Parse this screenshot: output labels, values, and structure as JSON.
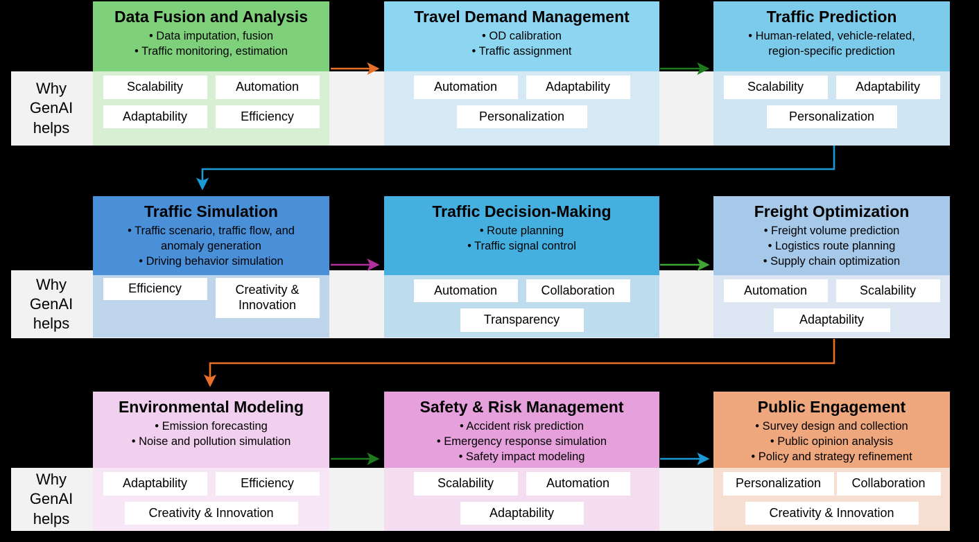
{
  "band_label": "Why\nGenAI\nhelps",
  "band_label_lines": [
    "Why",
    "GenAI",
    "helps"
  ],
  "colors": {
    "band_bg": "#F2F2F2",
    "arrow_orange": "#E8702A",
    "arrow_green": "#1F7A1F",
    "arrow_blue": "#1C9AD6",
    "arrow_purple": "#B0309B",
    "arrow_green2": "#3FA535"
  },
  "rows": [
    {
      "id": "row-1",
      "cards": [
        {
          "id": "data-fusion-and-analysis",
          "title": "Data Fusion and Analysis",
          "bullets": [
            "• Data imputation, fusion",
            "• Traffic monitoring, estimation"
          ],
          "benefits": [
            "Scalability",
            "Automation",
            "Adaptability",
            "Efficiency"
          ],
          "head_color": "#7ED07A",
          "band_color": "#D8EFD4"
        },
        {
          "id": "travel-demand-management",
          "title": "Travel Demand Management",
          "bullets": [
            "• OD calibration",
            "• Traffic assignment"
          ],
          "benefits": [
            "Automation",
            "Adaptability",
            "Personalization"
          ],
          "head_color": "#8CD6F2",
          "band_color": "#D5E9F5"
        },
        {
          "id": "traffic-prediction",
          "title": "Traffic Prediction",
          "bullets": [
            "• Human-related, vehicle-related,",
            "region-specific prediction"
          ],
          "benefits": [
            "Scalability",
            "Adaptability",
            "Personalization"
          ],
          "head_color": "#7CCBEA",
          "band_color": "#CFE5F2"
        }
      ]
    },
    {
      "id": "row-2",
      "cards": [
        {
          "id": "traffic-simulation",
          "title": "Traffic Simulation",
          "bullets": [
            "• Traffic scenario, traffic flow, and",
            "anomaly  generation",
            "• Driving behavior simulation"
          ],
          "benefits": [
            "Efficiency",
            "Creativity & Innovation"
          ],
          "head_color": "#4A90D9",
          "band_color": "#BFD5EC"
        },
        {
          "id": "traffic-decision-making",
          "title": "Traffic Decision-Making",
          "bullets": [
            "• Route planning",
            "• Traffic signal control"
          ],
          "benefits": [
            "Automation",
            "Collaboration",
            "Transparency"
          ],
          "head_color": "#45B0E0",
          "band_color": "#BDDDEE"
        },
        {
          "id": "freight-optimization",
          "title": "Freight Optimization",
          "bullets": [
            "• Freight volume prediction",
            "• Logistics route planning",
            "• Supply chain optimization"
          ],
          "benefits": [
            "Automation",
            "Scalability",
            "Adaptability"
          ],
          "head_color": "#A6C9EA",
          "band_color": "#DCE6F2"
        }
      ]
    },
    {
      "id": "row-3",
      "cards": [
        {
          "id": "environmental-modeling",
          "title": "Environmental Modeling",
          "bullets": [
            "• Emission forecasting",
            "• Noise and pollution simulation"
          ],
          "benefits": [
            "Adaptability",
            "Efficiency",
            "Creativity & Innovation"
          ],
          "head_color": "#F0D0EE",
          "band_color": "#F7E6F5"
        },
        {
          "id": "safety-and-risk-management",
          "title": "Safety & Risk Management",
          "bullets": [
            "• Accident risk prediction",
            "• Emergency response simulation",
            "• Safety impact modeling"
          ],
          "benefits": [
            "Scalability",
            "Automation",
            "Adaptability"
          ],
          "head_color": "#E6A0DC",
          "band_color": "#F5DDF1"
        },
        {
          "id": "public-engagement",
          "title": "Public Engagement",
          "bullets": [
            "• Survey design and collection",
            "• Public opinion analysis",
            "• Policy and strategy refinement"
          ],
          "benefits": [
            "Personalization",
            "Collaboration",
            "Creativity & Innovation"
          ],
          "head_color": "#EFA77E",
          "band_color": "#F6DED0"
        }
      ]
    }
  ],
  "connectors": [
    {
      "id": "arrow-r1c1-to-r1c2",
      "color": "#E8702A",
      "kind": "horizontal"
    },
    {
      "id": "arrow-r1c2-to-r1c3",
      "color": "#1F7A1F",
      "kind": "horizontal"
    },
    {
      "id": "arrow-r1c3-to-r2c1",
      "color": "#1C9AD6",
      "kind": "elbow"
    },
    {
      "id": "arrow-r2c1-to-r2c2",
      "color": "#B0309B",
      "kind": "horizontal"
    },
    {
      "id": "arrow-r2c2-to-r2c3",
      "color": "#3FA535",
      "kind": "horizontal"
    },
    {
      "id": "arrow-r2c3-to-r3c1",
      "color": "#E8702A",
      "kind": "elbow"
    },
    {
      "id": "arrow-r3c1-to-r3c2",
      "color": "#1F7A1F",
      "kind": "horizontal"
    },
    {
      "id": "arrow-r3c2-to-r3c3",
      "color": "#1C9AD6",
      "kind": "horizontal"
    }
  ]
}
